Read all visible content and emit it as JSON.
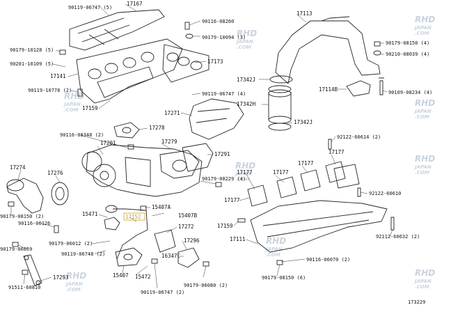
{
  "watermark": {
    "line1": "RHD",
    "line2": "JAPAN",
    "line3": ".COM"
  },
  "figure_number": "173229",
  "labels": {
    "p90119_06747_5": "90119-06747 (5)",
    "p17167": "17167",
    "p90116_08260": "90116-08260",
    "p90179_10094_3": "90179-10094 (3)",
    "p90179_10128_5": "90179-10128 (5)",
    "p90201_10109_5": "90201-10109 (5)",
    "p17141": "17141",
    "p17173": "17173",
    "p90119_10778_2": "90119-10778 (2)",
    "p17159_top": "17159",
    "p17113": "17113",
    "p90179_08150_4a": "90179-08150 (4)",
    "p90210_08039_4": "90210-08039 (4)",
    "p17342J_top": "17342J",
    "p17114B": "17114B",
    "p90109_08234_4": "90109-08234 (4)",
    "p90119_06747_4": "90119-06747 (4)",
    "p17342H": "17342H",
    "p17271": "17271",
    "p17342J_bot": "17342J",
    "p17278": "17278",
    "p90116_08348_2": "90116-08348 (2)",
    "p17201": "17201",
    "p17279": "17279",
    "p17291": "17291",
    "p92122_60614_2": "92122-60614 (2)",
    "p17274": "17274",
    "p17276": "17276",
    "p90179_08229_4": "90179-08229 (4)",
    "p17177_a": "17177",
    "p17177_b": "17177",
    "p17177_c": "17177",
    "p17177_d": "17177",
    "p17177_e": "17177",
    "p92122_60610": "92122-60610",
    "p90179_08150_2": "90179-08150 (2)",
    "p90116_06126": "90116-06126",
    "p15471": "15471",
    "p15407A": "15407A",
    "p15407B": "15407B",
    "p17152": "17152",
    "p17272": "17272",
    "p17159_bot": "17159",
    "p90179_06012_2": "90179-06012 (2)",
    "p90179_06059": "90179-06059",
    "p90119_06748_2": "90119-06748 (2)",
    "p17296": "17296",
    "p17111": "17111",
    "p92112_60632_2": "92112-60632 (2)",
    "p16347C": "16347C",
    "p90116_06070_2": "90116-06070 (2)",
    "p15407": "15407",
    "p15472": "15472",
    "p90179_06080_2": "90179-06080 (2)",
    "p90179_08150_6": "90179-08150 (6)",
    "p17293": "17293",
    "p91511_60810": "91511-60810",
    "p90119_06747_2": "90119-06747 (2)"
  },
  "highlight_color": "#c9a22a"
}
